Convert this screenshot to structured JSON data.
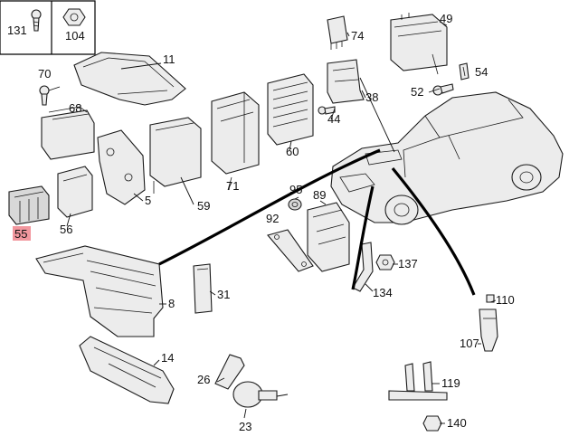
{
  "highlight_color": "#e8424f",
  "callouts": {
    "c131": "131",
    "c104": "104",
    "c11": "11",
    "c74": "74",
    "c49": "49",
    "c54": "54",
    "c70": "70",
    "c68": "68",
    "c38": "38",
    "c52": "52",
    "c44": "44",
    "c60": "60",
    "c5": "5",
    "c59": "59",
    "c71": "71",
    "c56": "56",
    "c95": "95",
    "c89": "89",
    "c92": "92",
    "c55": "55",
    "c137": "137",
    "c134": "134",
    "c31": "31",
    "c8": "8",
    "c110": "110",
    "c107": "107",
    "c14": "14",
    "c26": "26",
    "c119": "119",
    "c23": "23",
    "c140": "140"
  }
}
